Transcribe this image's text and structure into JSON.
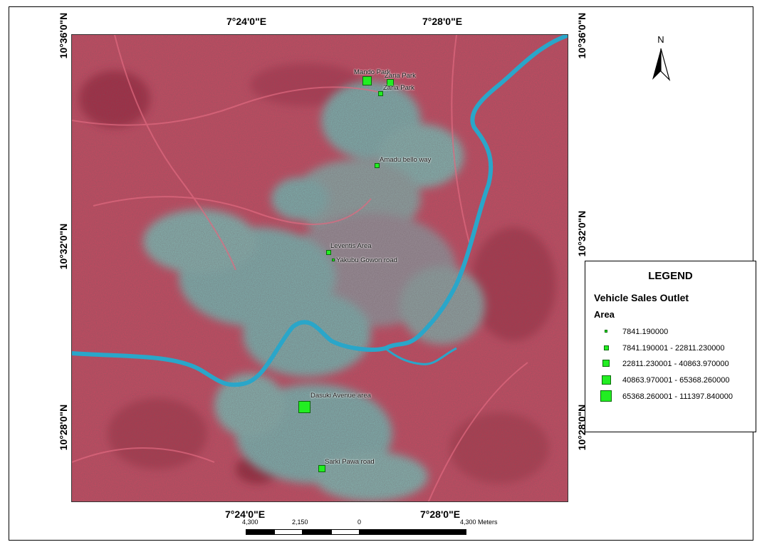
{
  "graticule": {
    "top_left": "7°24'0\"E",
    "top_right": "7°28'0\"E",
    "bottom_left": "7°24'0\"E",
    "bottom_right": "7°28'0\"E",
    "left_top": "10°36'0\"N",
    "left_mid": "10°32'0\"N",
    "left_bottom": "10°28'0\"N",
    "right_top": "10°36'0\"N",
    "right_mid": "10°32'0\"N",
    "right_bottom": "10°28'0\"N"
  },
  "north_arrow": {
    "letter": "N",
    "icon": "north-arrow-icon"
  },
  "sites": [
    {
      "label": "Mando Park",
      "class": 3
    },
    {
      "label": "Zaria Park",
      "class": 2
    },
    {
      "label": "Zaria Park",
      "class": 1
    },
    {
      "label": "Amadu bello way",
      "class": 1
    },
    {
      "label": "Leventis Area",
      "class": 1
    },
    {
      "label": "Yakubu Gowon road",
      "class": 0
    },
    {
      "label": "Dasuki Avenue area",
      "class": 4
    },
    {
      "label": "Sarki Pawa road",
      "class": 2
    }
  ],
  "legend": {
    "title": "LEGEND",
    "layer": "Vehicle Sales Outlet",
    "field": "Area",
    "classes": [
      "7841.190000",
      "7841.190001 - 22811.230000",
      "22811.230001 - 40863.970000",
      "40863.970001 - 65368.260000",
      "65368.260001 - 111397.840000"
    ],
    "symbol_color": "#22ee22"
  },
  "scale_bar": {
    "labels": [
      "4,300",
      "2,150",
      "0",
      "4,300 Meters"
    ]
  },
  "colors": {
    "vegetation": "#c8405a",
    "urban": "#7fb3b0",
    "river": "#2aa6c9"
  }
}
